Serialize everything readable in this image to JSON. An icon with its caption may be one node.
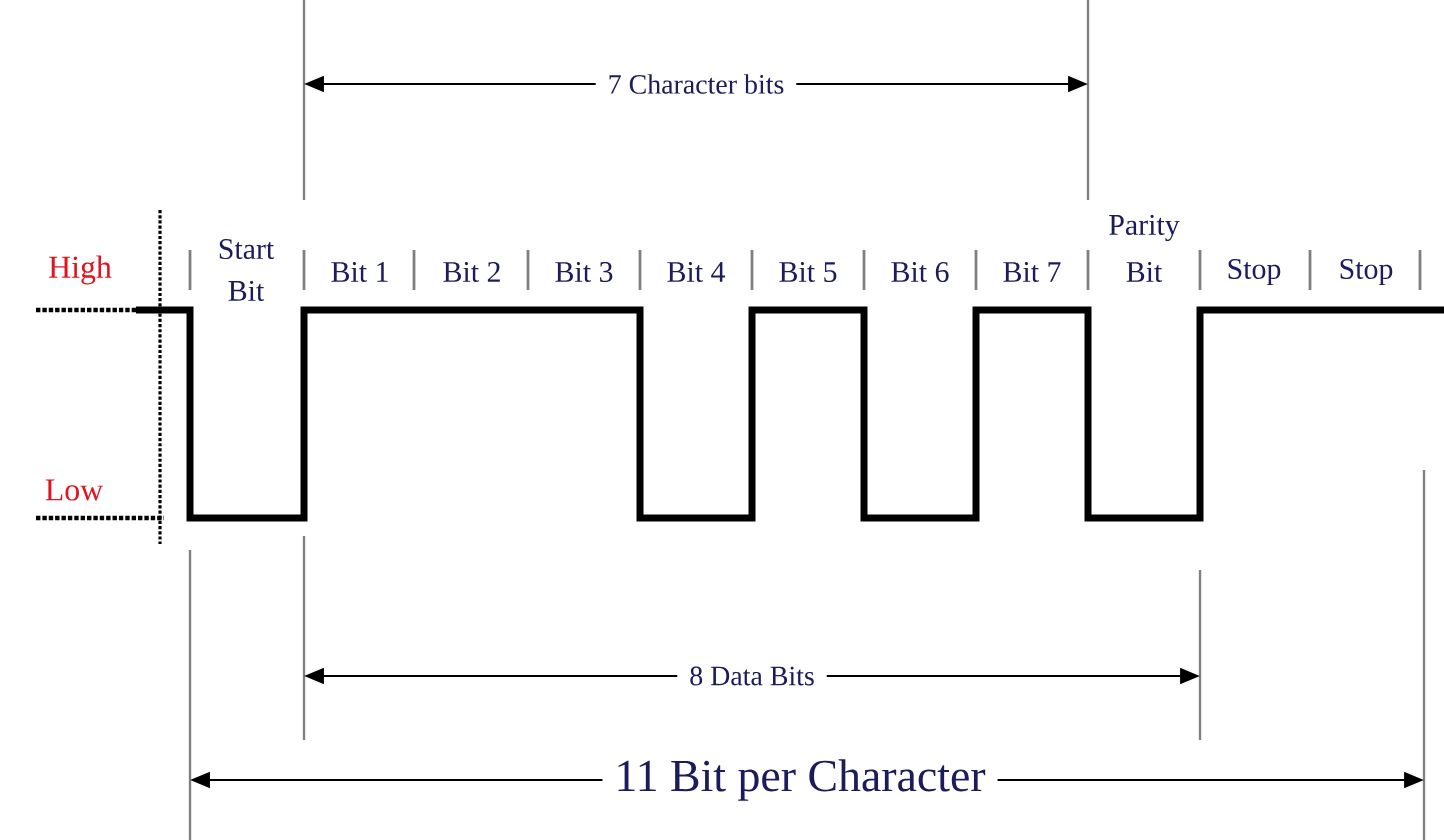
{
  "diagram": {
    "labels": [
      "7 Character bits",
      "Parity",
      "High",
      "Start Bit",
      "Bit 1",
      "Bit 2",
      "Bit 3",
      "Bit 4",
      "Bit 5",
      "Bit 6",
      "Bit 7",
      "Bit",
      "Stop",
      "Stop",
      "Low",
      "8 Data Bits",
      "11 Bit per Character"
    ]
  }
}
